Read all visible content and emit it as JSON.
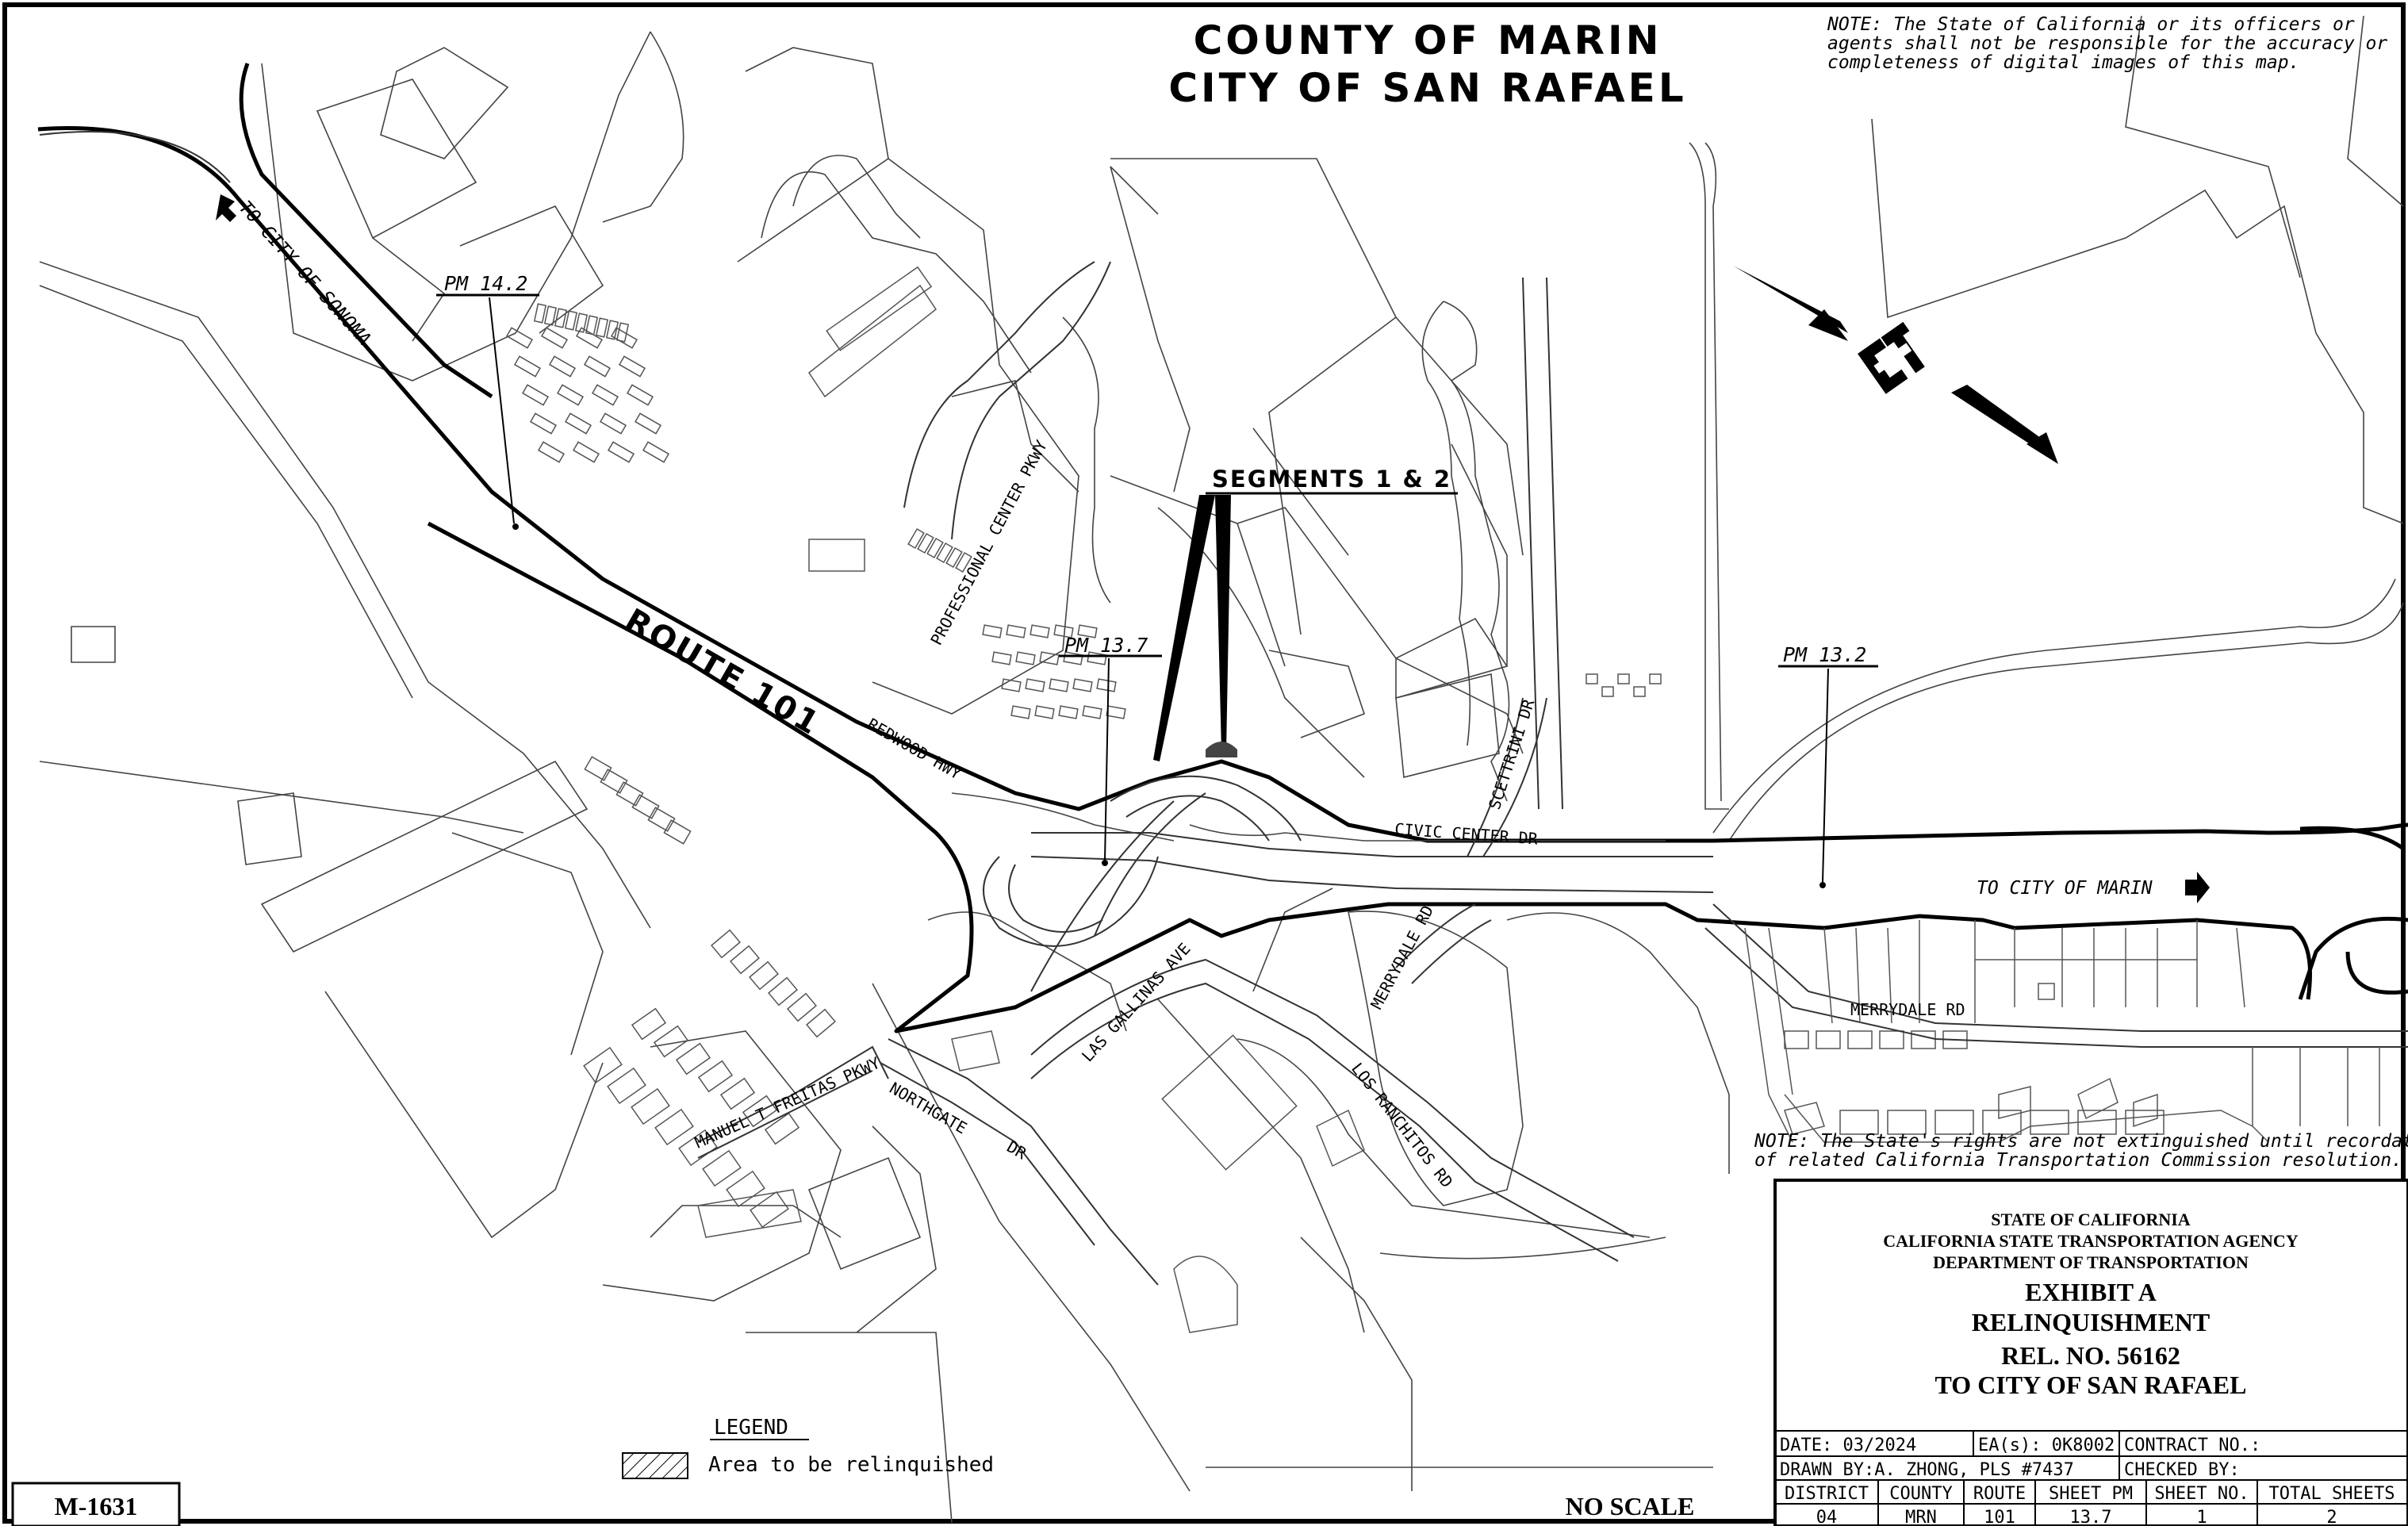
{
  "title": {
    "line1": "COUNTY OF MARIN",
    "line2": "CITY OF SAN RAFAEL"
  },
  "notes": {
    "accuracy": [
      "NOTE: The State of California or its officers or",
      "agents shall not be responsible for the accuracy or",
      "completeness of digital images of this map."
    ],
    "rights": [
      "NOTE: The State's rights are not extinguished until recordation",
      "of related California Transportation Commission resolution."
    ]
  },
  "postmiles": {
    "pm142": "PM 14.2",
    "pm137": "PM 13.7",
    "pm132": "PM 13.2"
  },
  "segments_label": "SEGMENTS 1 & 2",
  "route_label": "ROUTE 101",
  "directions": {
    "sonoma": "TO CITY OF SONOMA",
    "marin": "TO CITY OF MARIN"
  },
  "streets": {
    "professional_center": "PROFESSIONAL CENTER PKWY",
    "redwood": "REDWOOD HWY",
    "civic_center": "CIVIC CENTER DR",
    "scettrini": "SCETTRINI DR",
    "merrydale_upper": "MERRYDALE RD",
    "merrydale_lower": "MERRYDALE RD",
    "las_gallinas": "LAS GALLINAS AVE",
    "los_ranchitos": "LOS RANCHITOS RD",
    "manuel": "MANUEL T FREITAS PKWY",
    "northgate": "NORTHGATE",
    "northgate_dr": "DR"
  },
  "legend": {
    "title": "LEGEND",
    "item": "Area to be relinquished"
  },
  "map_number": "M-1631",
  "scale_text": "NO SCALE",
  "title_block": {
    "agency1": "STATE OF CALIFORNIA",
    "agency2": "CALIFORNIA STATE TRANSPORTATION AGENCY",
    "agency3": "DEPARTMENT OF TRANSPORTATION",
    "exhibit": "EXHIBIT A",
    "type": "RELINQUISHMENT",
    "rel_no": "REL. NO. 56162",
    "to": "TO CITY OF SAN RAFAEL",
    "date": "DATE: 03/2024",
    "ea": "EA(s): 0K8002",
    "contract": "CONTRACT NO.:",
    "drawn": "DRAWN BY:A. ZHONG, PLS #7437",
    "checked": "CHECKED BY:",
    "headers": [
      "DISTRICT",
      "COUNTY",
      "ROUTE",
      "SHEET PM",
      "SHEET NO.",
      "TOTAL SHEETS"
    ],
    "values": [
      "04",
      "MRN",
      "101",
      "13.7",
      "1",
      "2"
    ]
  }
}
